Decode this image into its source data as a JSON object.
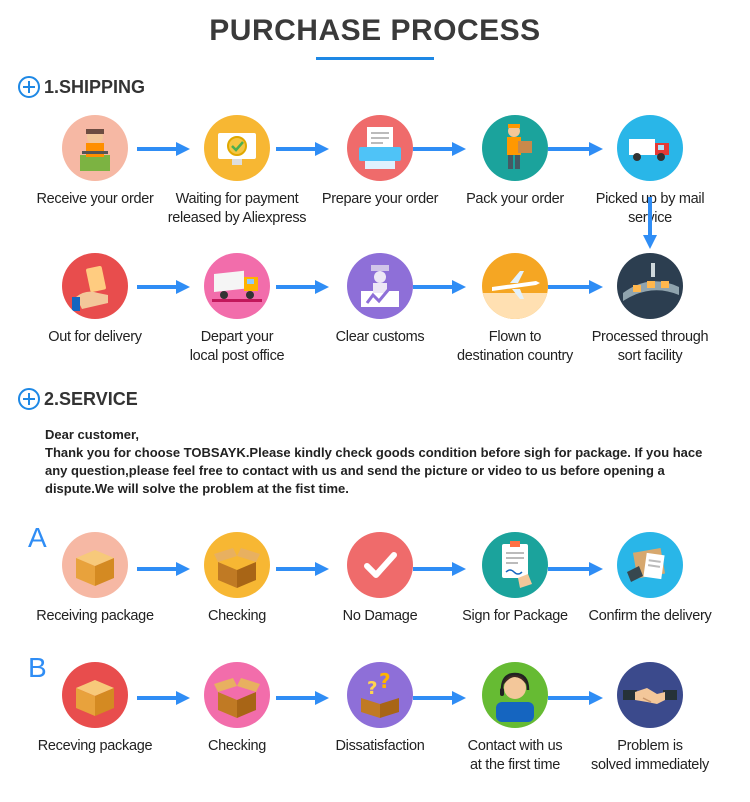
{
  "title": "PURCHASE PROCESS",
  "sections": {
    "shipping": "1.SHIPPING",
    "service": "2.SERVICE"
  },
  "shipping_row1": [
    {
      "caption": "Receive your order",
      "icon": "person-laptop-icon"
    },
    {
      "caption": "Waiting for payment\nreleased by Aliexpress",
      "icon": "payment-monitor-icon"
    },
    {
      "caption": "Prepare your order",
      "icon": "printer-document-icon"
    },
    {
      "caption": "Pack your order",
      "icon": "worker-box-icon"
    },
    {
      "caption": "Picked up by mail service",
      "icon": "delivery-truck-icon"
    }
  ],
  "shipping_row2": [
    {
      "caption": "Out for delivery",
      "icon": "hand-package-icon"
    },
    {
      "caption": "Depart your\nlocal post office",
      "icon": "truck-icon"
    },
    {
      "caption": "Clear customs",
      "icon": "customs-officer-icon"
    },
    {
      "caption": "Flown to\ndestination country",
      "icon": "airplane-icon"
    },
    {
      "caption": "Processed through\nsort facility",
      "icon": "conveyor-icon"
    }
  ],
  "service_text": {
    "greeting": "Dear customer,",
    "body": "Thank you for choose TOBSAYK.Please kindly check goods condition before sigh for package. If you hace any question,please feel free to contact with us and send the picture or video to us before opening a dispute.We will solve the problem at the fist time."
  },
  "row_a": {
    "letter": "A",
    "steps": [
      {
        "caption": "Receiving package",
        "icon": "closed-box-icon"
      },
      {
        "caption": "Checking",
        "icon": "open-box-icon"
      },
      {
        "caption": "No Damage",
        "icon": "checkmark-icon"
      },
      {
        "caption": "Sign for Package",
        "icon": "clipboard-sign-icon"
      },
      {
        "caption": "Confirm the delivery",
        "icon": "receipt-icon"
      }
    ]
  },
  "row_b": {
    "letter": "B",
    "steps": [
      {
        "caption": "Receving package",
        "icon": "closed-box-icon"
      },
      {
        "caption": "Checking",
        "icon": "open-box-icon"
      },
      {
        "caption": "Dissatisfaction",
        "icon": "question-box-icon"
      },
      {
        "caption": "Contact with us\nat the first time",
        "icon": "headset-agent-icon"
      },
      {
        "caption": "Problem is\nsolved immediately",
        "icon": "handshake-icon"
      }
    ]
  },
  "colors": {
    "accent": "#2f8df5",
    "title": "#3a3a3a"
  }
}
